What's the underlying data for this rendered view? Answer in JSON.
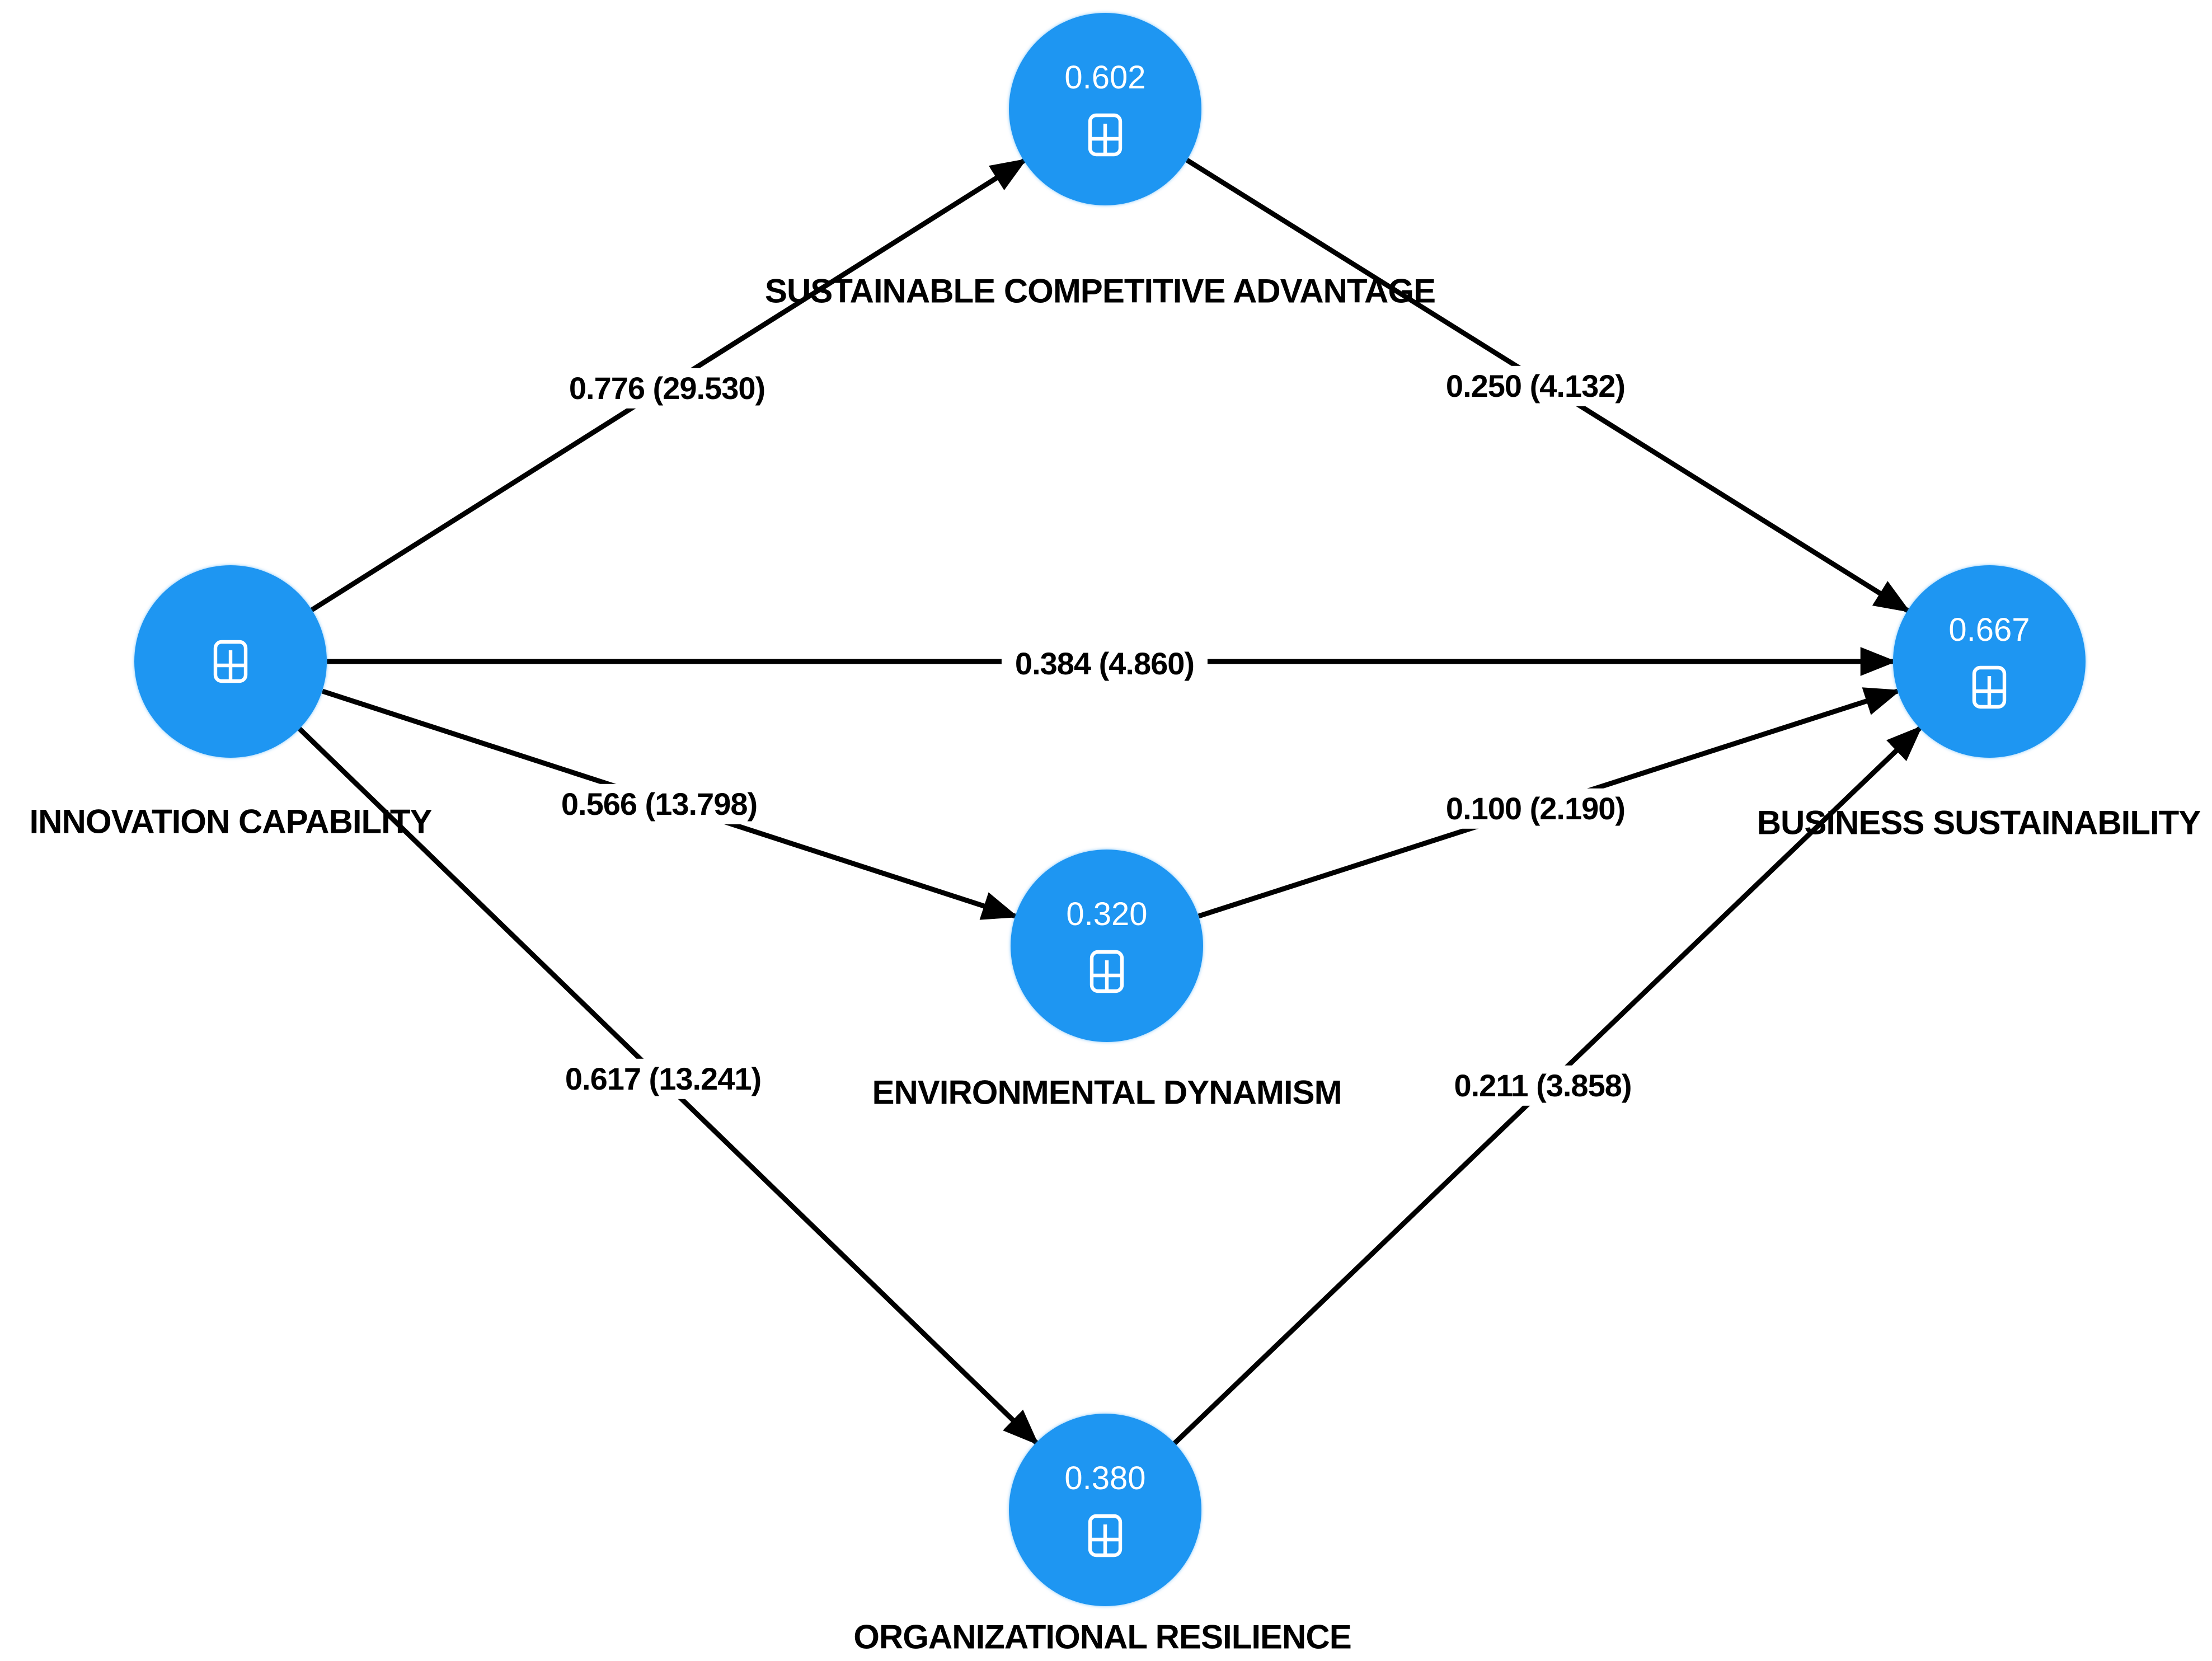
{
  "model": {
    "background_color": "#ffffff",
    "node_fill_color": "#1e96f2",
    "node_value_color": "#ffffff",
    "path_line_color": "#000000",
    "label_color": "#000000"
  },
  "nodes": {
    "innovation_capability": {
      "label": "INNOVATION CAPABILITY",
      "value": "",
      "icon": "plus-expand-icon"
    },
    "sustainable_competitive_advantage": {
      "label": "SUSTAINABLE COMPETITIVE ADVANTAGE",
      "value": "0.602",
      "icon": "plus-expand-icon"
    },
    "environmental_dynamism": {
      "label": "ENVIRONMENTAL DYNAMISM",
      "value": "0.320",
      "icon": "plus-expand-icon"
    },
    "organizational_resilience": {
      "label": "ORGANIZATIONAL RESILIENCE",
      "value": "0.380",
      "icon": "plus-expand-icon"
    },
    "business_sustainability": {
      "label": "BUSINESS SUSTAINABILITY",
      "value": "0.667",
      "icon": "plus-expand-icon"
    }
  },
  "paths": {
    "ic_to_sca": {
      "from": "INNOVATION CAPABILITY",
      "to": "SUSTAINABLE COMPETITIVE ADVANTAGE",
      "label": "0.776 (29.530)"
    },
    "sca_to_bs": {
      "from": "SUSTAINABLE COMPETITIVE ADVANTAGE",
      "to": "BUSINESS SUSTAINABILITY",
      "label": "0.250 (4.132)"
    },
    "ic_to_bs": {
      "from": "INNOVATION CAPABILITY",
      "to": "BUSINESS SUSTAINABILITY",
      "label": "0.384 (4.860)"
    },
    "ic_to_ed": {
      "from": "INNOVATION CAPABILITY",
      "to": "ENVIRONMENTAL DYNAMISM",
      "label": "0.566 (13.798)"
    },
    "ed_to_bs": {
      "from": "ENVIRONMENTAL DYNAMISM",
      "to": "BUSINESS SUSTAINABILITY",
      "label": "0.100 (2.190)"
    },
    "ic_to_or": {
      "from": "INNOVATION CAPABILITY",
      "to": "ORGANIZATIONAL RESILIENCE",
      "label": "0.617 (13.241)"
    },
    "or_to_bs": {
      "from": "ORGANIZATIONAL RESILIENCE",
      "to": "BUSINESS SUSTAINABILITY",
      "label": "0.211 (3.858)"
    }
  }
}
